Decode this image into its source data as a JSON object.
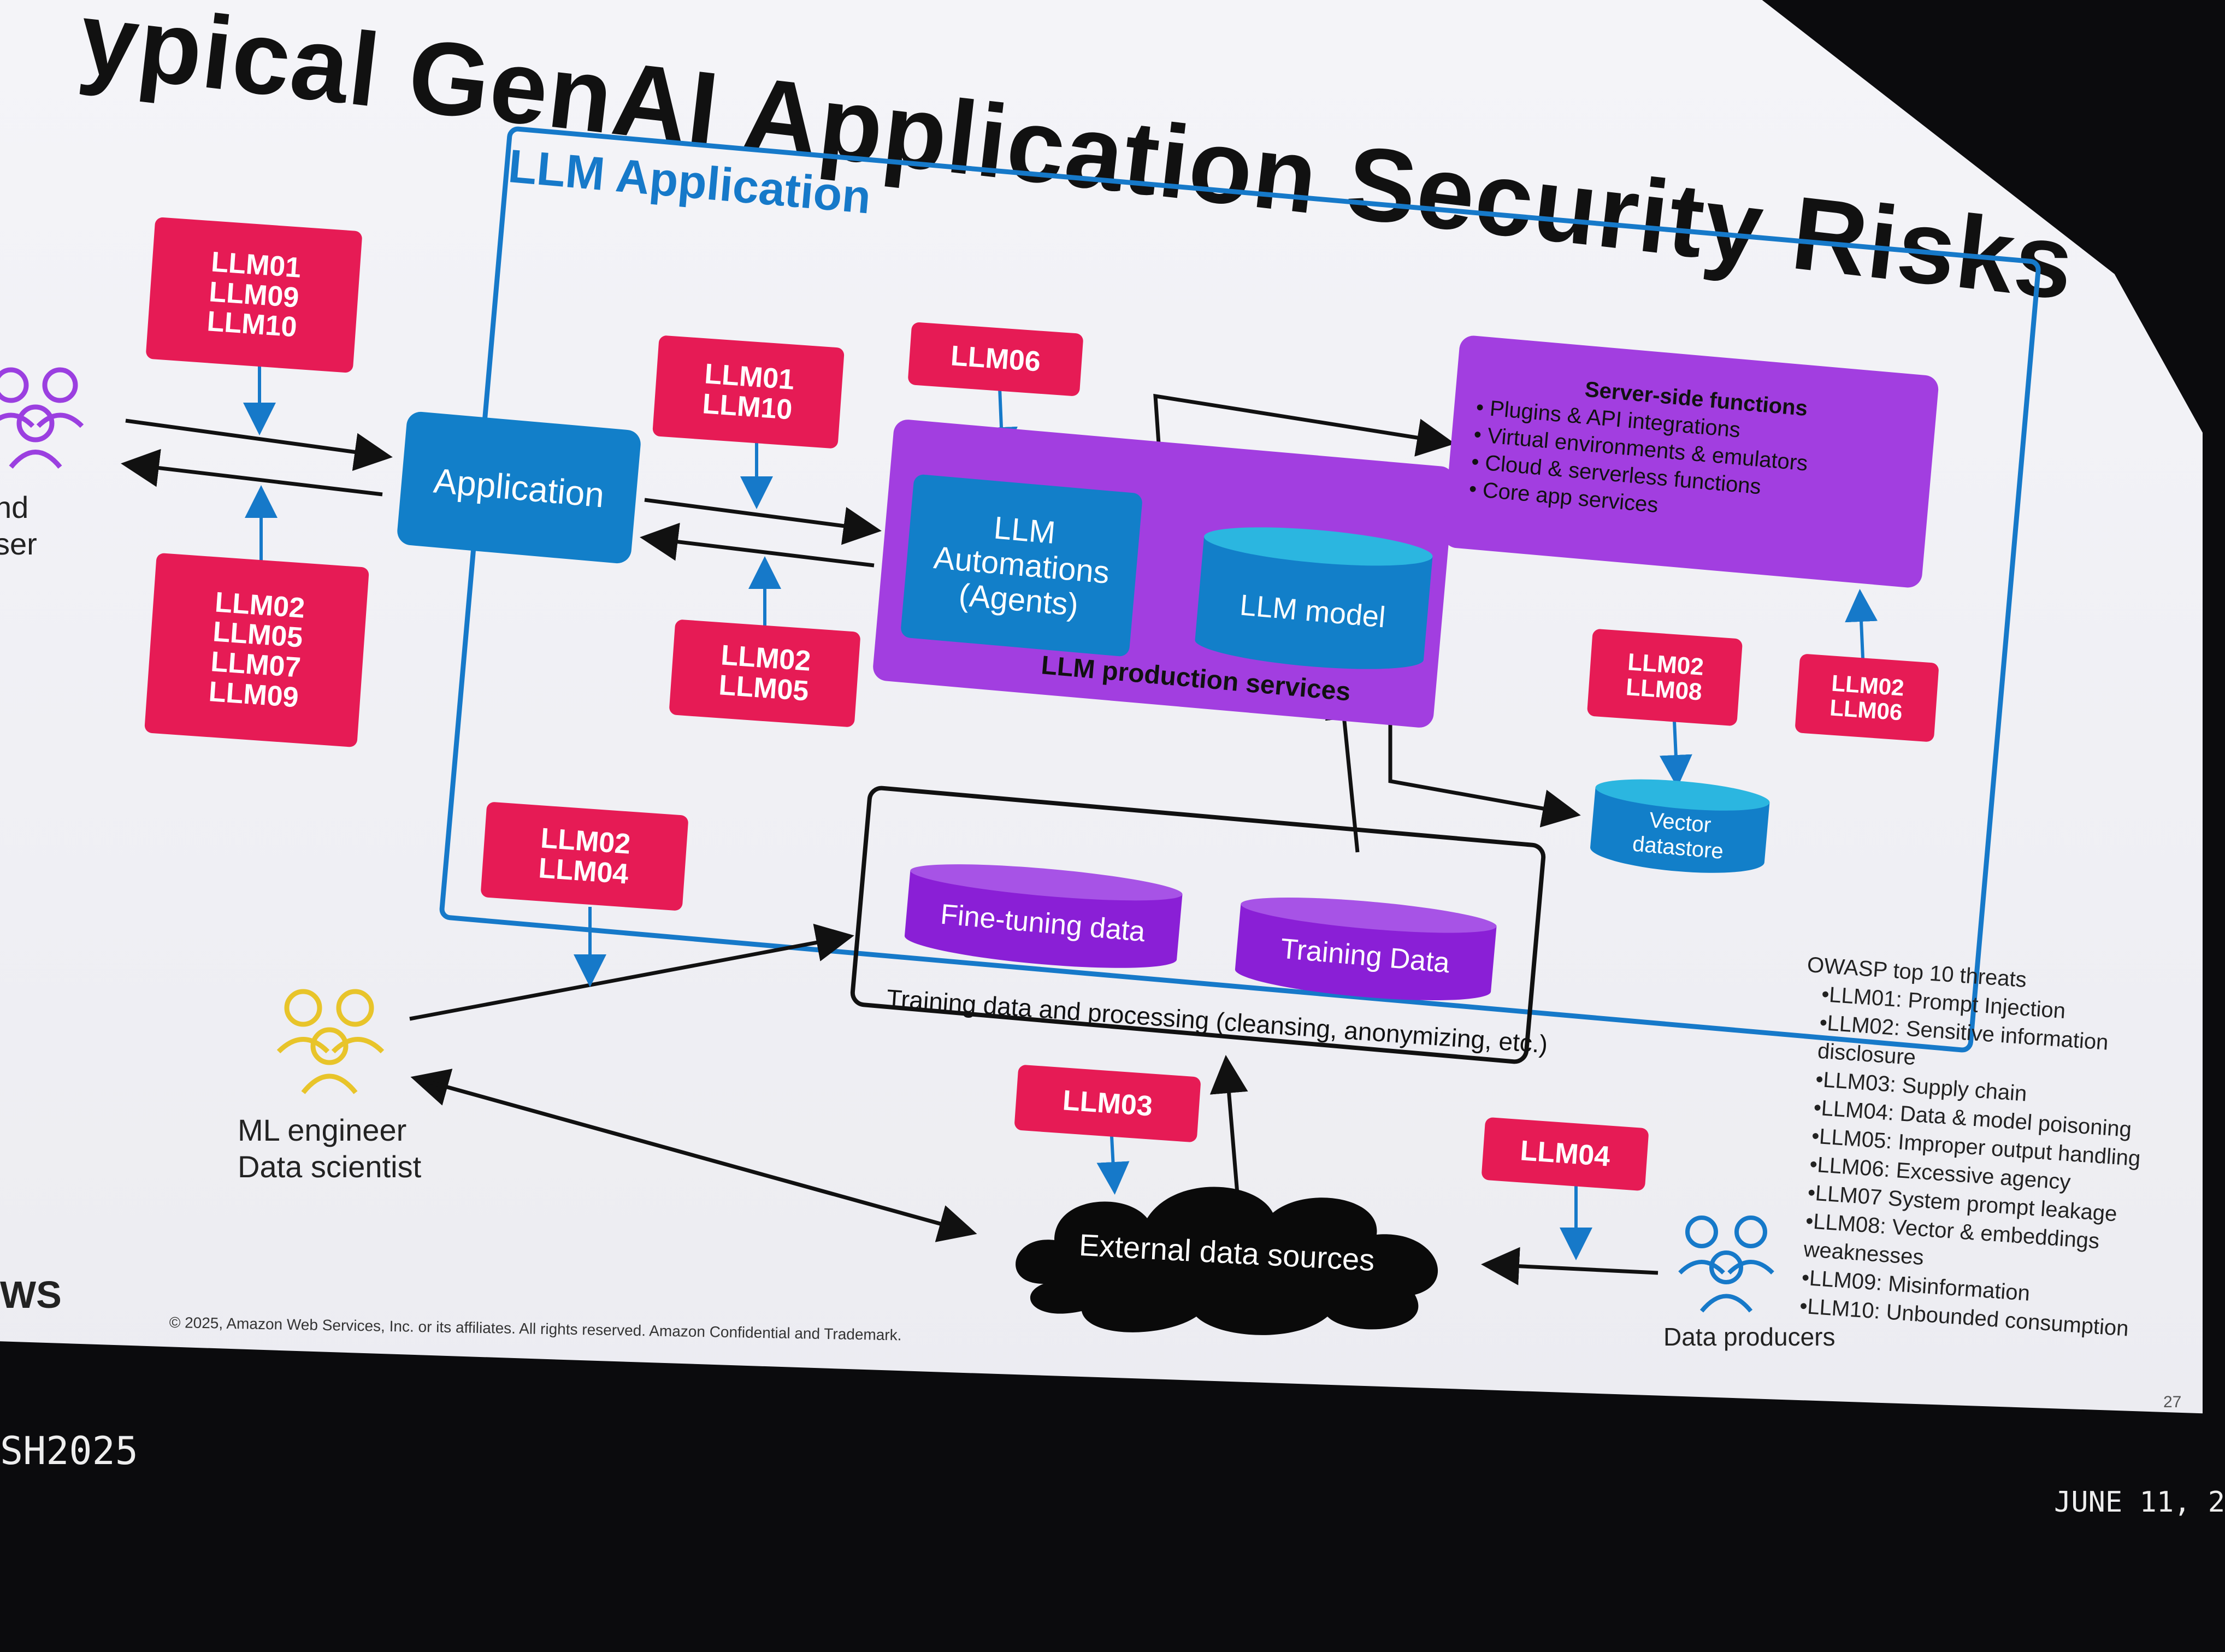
{
  "slide": {
    "title": "ypical GenAI Application Security Risks",
    "app_frame_label": "LLM Application",
    "copyright": "© 2025, Amazon Web Services, Inc. or its affiliates. All rights reserved. Amazon Confidential and Trademark.",
    "page_number": "27",
    "logo_fragment": "WS",
    "user_label_partial": [
      "nd",
      "ser"
    ]
  },
  "boxes": {
    "application": "Application",
    "agents": [
      "LLM",
      "Automations",
      "(Agents)"
    ],
    "llm_model": "LLM model",
    "production_services": "LLM production services",
    "vector_datastore": [
      "Vector",
      "datastore"
    ],
    "server_side": {
      "title": "Server-side functions",
      "items": [
        "Plugins & API integrations",
        "Virtual environments & emulators",
        "Cloud & serverless functions",
        "Core app services"
      ]
    },
    "fine_tuning": "Fine-tuning data",
    "training": "Training Data",
    "training_processing": "Training data and processing (cleansing, anonymizing, etc.)",
    "external_sources": "External data sources"
  },
  "risks": {
    "r1": [
      "LLM01",
      "LLM09",
      "LLM10"
    ],
    "r2": [
      "LLM02",
      "LLM05",
      "LLM07",
      "LLM09"
    ],
    "r3": [
      "LLM01",
      "LLM10"
    ],
    "r4": [
      "LLM02",
      "LLM05"
    ],
    "r5": [
      "LLM06"
    ],
    "r6": [
      "LLM02",
      "LLM08"
    ],
    "r7": [
      "LLM02",
      "LLM06"
    ],
    "r8": [
      "LLM02",
      "LLM04"
    ],
    "r9": [
      "LLM03"
    ],
    "r10": [
      "LLM04"
    ]
  },
  "actors": {
    "ml": [
      "ML engineer",
      "Data scientist"
    ],
    "producers": "Data producers"
  },
  "threats": {
    "title": "OWASP top 10 threats",
    "items": [
      "LLM01: Prompt Injection",
      "LLM02: Sensitive information disclosure",
      "LLM03: Supply chain",
      "LLM04: Data & model poisoning",
      "LLM05: Improper output handling",
      "LLM06: Excessive agency",
      "LLM07 System prompt leakage",
      "LLM08: Vector & embeddings weaknesses",
      "LLM09: Misinformation",
      "LLM10: Unbounded consumption"
    ]
  },
  "footer": {
    "left": "SH2025",
    "right": "JUNE 11, 2"
  },
  "colors": {
    "risk": "#e61b55",
    "blue": "#127fc9",
    "purple": "#a23ee0",
    "violet": "#8a1fd6",
    "cyan": "#1fb3d9"
  }
}
